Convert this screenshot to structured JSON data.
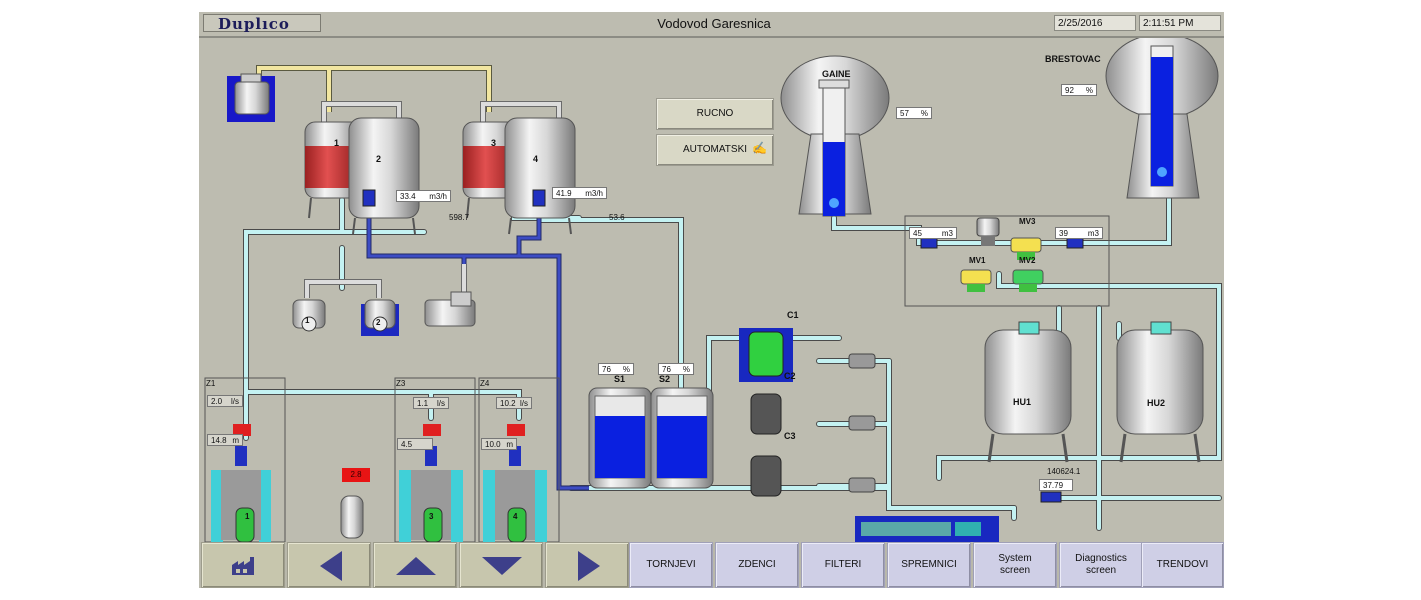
{
  "header": {
    "logo": "Duplıco",
    "title": "Vodovod Garesnica",
    "date": "2/25/2016",
    "time": "2:11:51 PM"
  },
  "mode": {
    "manual_label": "RUCNO",
    "auto_label": "AUTOMATSKI"
  },
  "tanks": {
    "t1": "1",
    "t2": "2",
    "t3": "3",
    "t4": "4",
    "flow_left": {
      "value": "33.4",
      "unit": "m3/h"
    },
    "flow_right": {
      "value": "41.9",
      "unit": "m3/h"
    },
    "total_left": "598.7",
    "total_right": "53.6"
  },
  "pumps_mid": {
    "p1": "1",
    "p2": "2"
  },
  "reservoirs": {
    "gaine": {
      "name": "GAINE",
      "level": "57",
      "unit": "%",
      "fill": 0.57
    },
    "brestovac": {
      "name": "BRESTOVAC",
      "level": "92",
      "unit": "%",
      "fill": 0.92
    }
  },
  "valves": {
    "left_volume": {
      "value": "45",
      "unit": "m3"
    },
    "right_volume": {
      "value": "39",
      "unit": "m3"
    },
    "mv1": "MV1",
    "mv2": "MV2",
    "mv3": "MV3"
  },
  "wells": {
    "z1": {
      "name": "Z1",
      "flow": "2.0",
      "flow_unit": "l/s",
      "depth": "14.8",
      "depth_unit": "m",
      "pump": "1"
    },
    "z3": {
      "name": "Z3",
      "flow": "1.1",
      "flow_unit": "l/s",
      "depth": "4.5",
      "pump": "3"
    },
    "z4": {
      "name": "Z4",
      "flow": "10.2",
      "flow_unit": "l/s",
      "depth": "10.0",
      "depth_unit": "m",
      "pump": "4"
    },
    "alarm_value": "2.8"
  },
  "storage": {
    "s1": {
      "name": "S1",
      "level": "76",
      "unit": "%",
      "fill": 0.76
    },
    "s2": {
      "name": "S2",
      "level": "76",
      "unit": "%",
      "fill": 0.76
    }
  },
  "compressors": {
    "c1": "C1",
    "c2": "C2",
    "c3": "C3"
  },
  "hydrophores": {
    "hu1": "HU1",
    "hu2": "HU2",
    "total": "140624.1",
    "flow": "37.79"
  },
  "nav": {
    "tornjevi": "TORNJEVI",
    "zdenci": "ZDENCI",
    "filteri": "FILTERI",
    "spremnici": "SPREMNICI",
    "system": "System\nscreen",
    "diagnostics": "Diagnostics\nscreen",
    "trendovi": "TRENDOVI"
  },
  "colors": {
    "background": "#bdbcb0",
    "pipe_cyan": "#bfeff0",
    "pipe_blue": "#3040a8",
    "water": "#0a20e0",
    "alarm": "#e81414",
    "pump_green": "#22c040"
  }
}
